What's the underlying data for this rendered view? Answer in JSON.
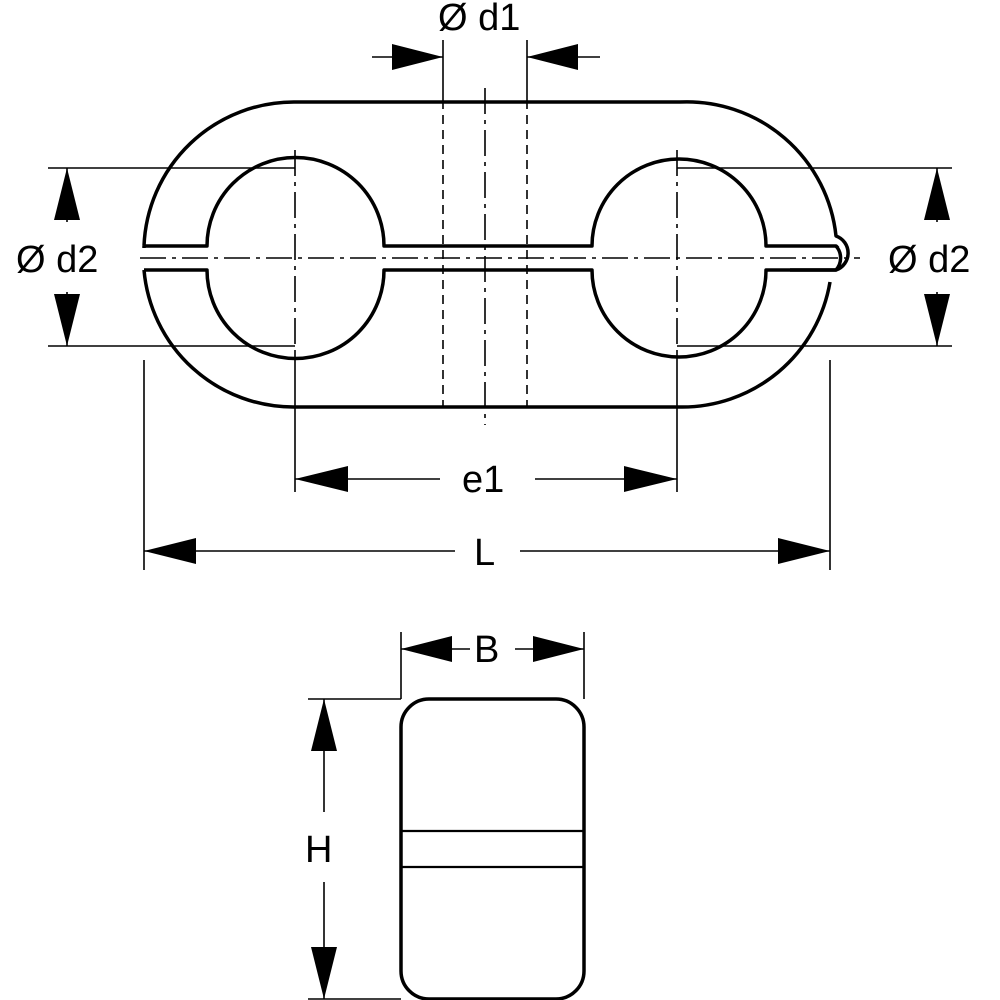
{
  "labels": {
    "d1": "Ø d1",
    "d2_left": "Ø d2",
    "d2_right": "Ø d2",
    "e1": "e1",
    "L": "L",
    "B": "B",
    "H": "H"
  }
}
